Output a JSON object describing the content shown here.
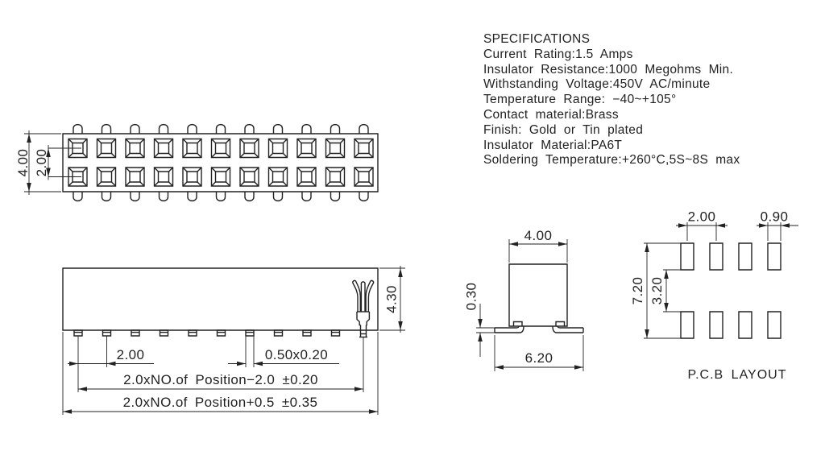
{
  "drawing": {
    "line_color": "#222222",
    "background": "#ffffff"
  },
  "specifications": {
    "title": "SPECIFICATIONS",
    "lines": [
      "Current Rating:1.5 Amps",
      "Insulator Resistance:1000 Megohms Min.",
      "Withstanding Voltage:450V AC/minute",
      "Temperature Range: −40~+105°",
      "Contact material:Brass",
      "Finish: Gold or Tin plated",
      "Insulator Material:PA6T",
      "Soldering Temperature:+260°C,5S~8S max"
    ]
  },
  "top_view": {
    "dim_total_height": "4.00",
    "dim_row_pitch": "2.00"
  },
  "front_view": {
    "dim_pitch": "2.00",
    "dim_pin_section": "0.50x0.20",
    "dim_inner_span": "2.0xNO.of Position−2.0 ±0.20",
    "dim_outer_span": "2.0xNO.of Position+0.5 ±0.35",
    "dim_body_height": "4.30"
  },
  "side_view": {
    "dim_body_width": "4.00",
    "dim_lead_thickness": "0.30",
    "dim_lead_span": "6.20"
  },
  "pcb_layout": {
    "label": "P.C.B LAYOUT",
    "dim_pad_pitch": "2.00",
    "dim_pad_width": "0.90",
    "dim_outer_height": "7.20",
    "dim_inner_gap": "3.20"
  }
}
